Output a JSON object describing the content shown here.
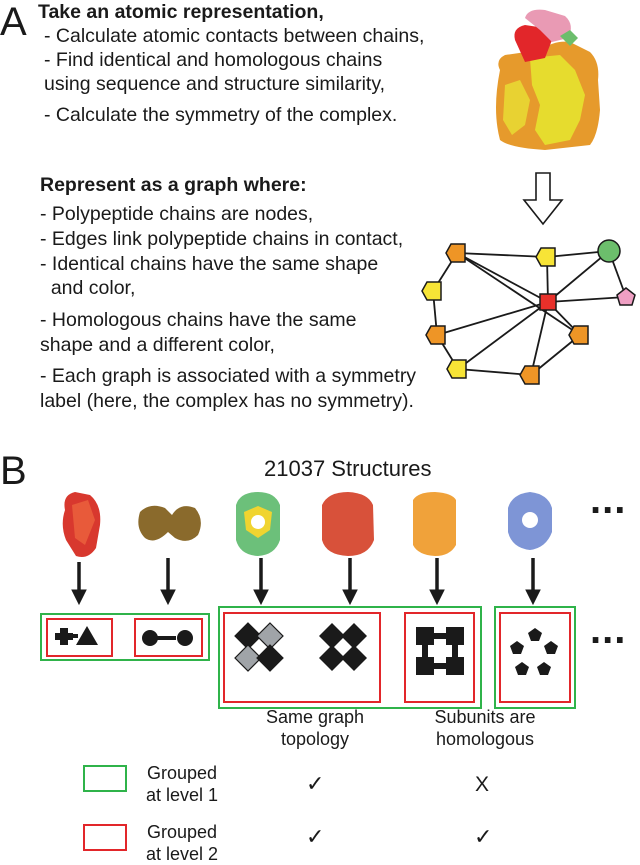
{
  "panel_a": {
    "letter": "A",
    "intro_heading": "Take an atomic representation,",
    "intro_lines": [
      "- Calculate atomic contacts between chains,",
      "- Find identical and homologous chains",
      "using sequence and structure similarity,",
      "- Calculate the symmetry of the complex."
    ],
    "graph_heading": "Represent as a graph where:",
    "graph_lines": [
      "- Polypeptide chains are nodes,",
      "- Edges link polypeptide chains in contact,",
      "- Identical chains have the same shape",
      "  and color,",
      "- Homologous chains have the same",
      "shape and a different color,",
      "- Each graph is associated with a symmetry",
      "label (here, the complex has no symmetry)."
    ],
    "node_colors": {
      "center": "#e8302a",
      "yellow": "#f7e436",
      "orange": "#ee9526",
      "green": "#6cbe6c",
      "pink": "#ef9fc3"
    }
  },
  "panel_b": {
    "letter": "B",
    "title": "21037 Structures",
    "ellipsis_top": "...",
    "ellipsis_bottom": "...",
    "structure_colors": [
      "#d8382e",
      "#8a6a2c",
      "#6cc07a",
      "#d8513a",
      "#f0a23a",
      "#7e95d6"
    ],
    "column_headers": [
      [
        "Same graph",
        "topology"
      ],
      [
        "Subunits are",
        "homologous"
      ]
    ],
    "legend": [
      {
        "label": [
          "Grouped",
          "at level 1"
        ],
        "color": "#2fb34a",
        "same_topology": "✓",
        "homologous": "X"
      },
      {
        "label": [
          "Grouped",
          "at level 2"
        ],
        "color": "#e2262a",
        "same_topology": "✓",
        "homologous": "✓"
      }
    ],
    "group_colors": {
      "level1": "#2fb34a",
      "level2": "#e2262a"
    }
  }
}
